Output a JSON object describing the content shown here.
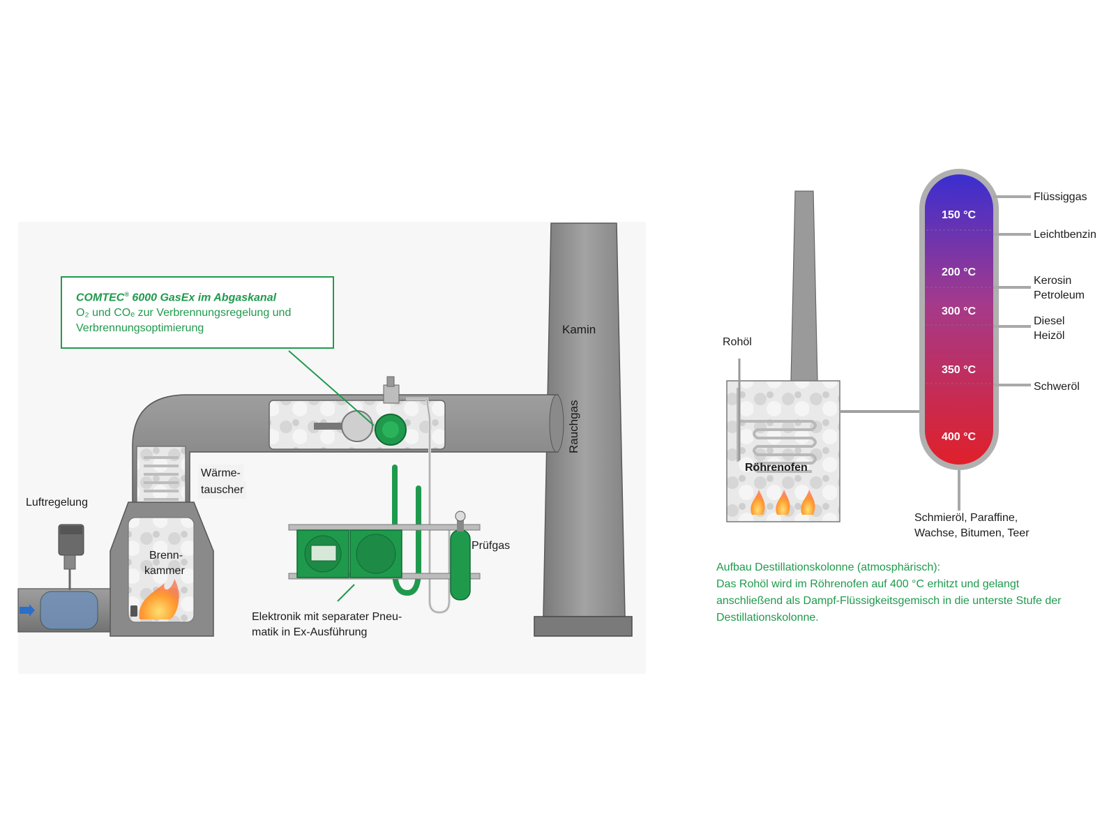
{
  "left": {
    "callout": {
      "title": "COMTEC",
      "reg": "®",
      "title_rest": " 6000 GasEx im Abgaskanal",
      "line1": "O₂ und COₑ zur Verbrennungsregelung und",
      "line2": "Verbrennungsoptimierung"
    },
    "labels": {
      "kamin": "Kamin",
      "rauchgas": "Rauchgas",
      "waerme1": "Wärme-",
      "waerme2": "tauscher",
      "luftregelung": "Luftregelung",
      "brenn1": "Brenn-",
      "brenn2": "kammer",
      "pruefgas": "Prüfgas",
      "elektronik1": "Elektronik mit separater Pneu-",
      "elektronik2": "matik in Ex-Ausführung"
    }
  },
  "right": {
    "labels": {
      "rohoel": "Rohöl",
      "roehrenofen": "Röhrenofen",
      "bottom1": "Schmieröl, Paraffine,",
      "bottom2": "Wachse, Bitumen, Teer"
    },
    "temperatures": [
      "150 °C",
      "200 °C",
      "300 °C",
      "350 °C",
      "400 °C"
    ],
    "products": [
      [
        "Flüssiggas"
      ],
      [
        "Leichtbenzin"
      ],
      [
        "Kerosin",
        "Petroleum"
      ],
      [
        "Diesel",
        "Heizöl"
      ],
      [
        "Schweröl"
      ]
    ],
    "caption": {
      "line1": "Aufbau Destillationskolonne (atmosphärisch):",
      "line2": "Das Rohöl wird im Röhrenofen auf 400 °C erhitzt und gelangt",
      "line3": "anschließend als Dampf-Flüssigkeitsgemisch in die unterste Stufe der",
      "line4": "Destillationskolonne."
    }
  },
  "colors": {
    "green": "#1f9a4d",
    "pipe_gray": "#8a8a8a",
    "column_top": "#3a2ed0",
    "column_bottom": "#e0202a"
  }
}
